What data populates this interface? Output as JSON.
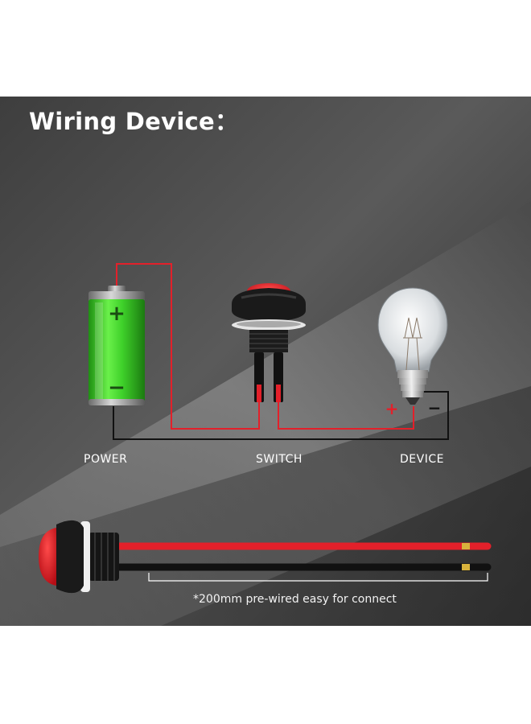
{
  "title": "Wiring Device：",
  "labels": {
    "power": "POWER",
    "switch": "SWITCH",
    "device": "DEVICE"
  },
  "battery": {
    "plus": "+",
    "minus": "−"
  },
  "bulb": {
    "plus": "+",
    "minus": "−"
  },
  "footnote": "*200mm pre-wired easy for connect",
  "colors": {
    "wire_red": "#e3202a",
    "wire_black": "#111111",
    "battery_green": "#3fd12a",
    "button_red": "#d9121c"
  }
}
